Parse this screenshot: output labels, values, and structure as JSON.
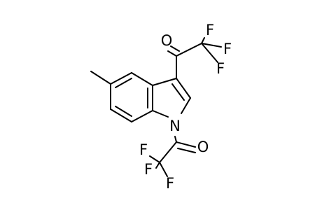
{
  "structure": {
    "atoms": {
      "o_ketone": "O",
      "f_top_1": "F",
      "f_top_2": "F",
      "f_top_3": "F",
      "n_ring": "N",
      "o_amide": "O",
      "f_bottom_1": "F",
      "f_bottom_2": "F",
      "f_bottom_3": "F"
    },
    "line_color": "#000000",
    "background_color": "#ffffff"
  }
}
